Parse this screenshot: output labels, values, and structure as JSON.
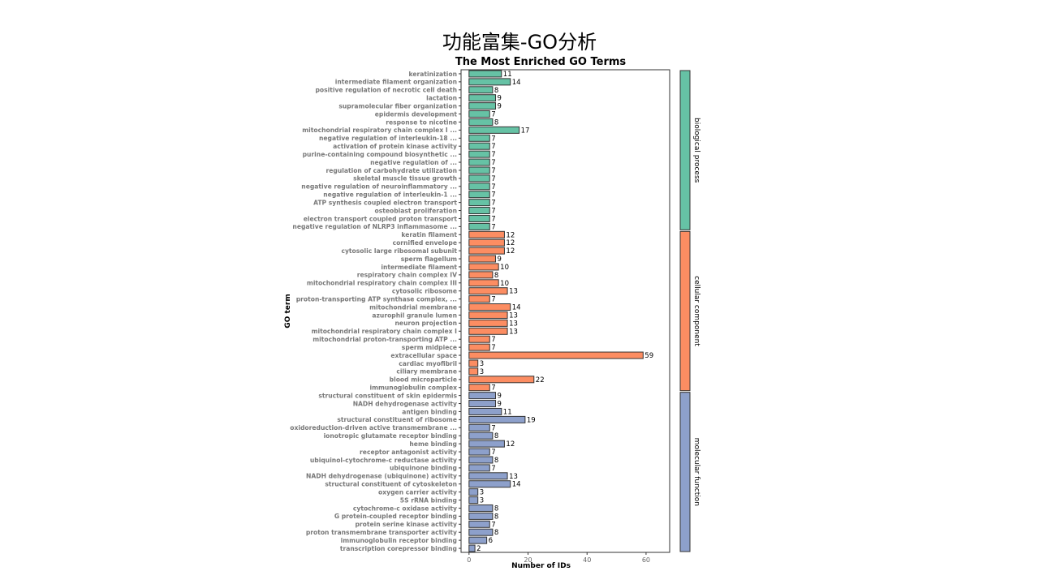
{
  "page_title": "功能富集-GO分析",
  "chart_data": {
    "type": "bar",
    "orientation": "horizontal",
    "title": "The Most Enriched GO Terms",
    "xlabel": "Number of IDs",
    "ylabel": "GO term",
    "xlim": [
      -2.7,
      68
    ],
    "xticks": [
      0,
      20,
      40,
      60
    ],
    "groups": [
      {
        "name": "biological process",
        "color": "#66C2A5",
        "categories": [
          "keratinization",
          "intermediate filament organization",
          "positive regulation of necrotic cell death",
          "lactation",
          "supramolecular fiber organization",
          "epidermis development",
          "response to nicotine",
          "mitochondrial respiratory chain complex I ...",
          "negative regulation of interleukin-18 ...",
          "activation of protein kinase activity",
          "purine-containing compound biosynthetic ...",
          "negative regulation of ...",
          "regulation of carbohydrate utilization",
          "skeletal muscle tissue growth",
          "negative regulation of neuroinflammatory ...",
          "negative regulation of interleukin-1 ...",
          "ATP synthesis coupled electron transport",
          "osteoblast proliferation",
          "electron transport coupled proton transport",
          "negative regulation of NLRP3 inflammasome ..."
        ],
        "values": [
          11,
          14,
          8,
          9,
          9,
          7,
          8,
          17,
          7,
          7,
          7,
          7,
          7,
          7,
          7,
          7,
          7,
          7,
          7,
          7
        ]
      },
      {
        "name": "cellular component",
        "color": "#FC8D62",
        "categories": [
          "keratin filament",
          "cornified envelope",
          "cytosolic large ribosomal subunit",
          "sperm flagellum",
          "intermediate filament",
          "respiratory chain complex IV",
          "mitochondrial respiratory chain complex III",
          "cytosolic ribosome",
          "proton-transporting ATP synthase complex, ...",
          "mitochondrial membrane",
          "azurophil granule lumen",
          "neuron projection",
          "mitochondrial respiratory chain complex I",
          "mitochondrial proton-transporting ATP ...",
          "sperm midpiece",
          "extracellular space",
          "cardiac myofibril",
          "ciliary membrane",
          "blood microparticle",
          "immunoglobulin complex"
        ],
        "values": [
          12,
          12,
          12,
          9,
          10,
          8,
          10,
          13,
          7,
          14,
          13,
          13,
          13,
          7,
          7,
          59,
          3,
          3,
          22,
          7
        ]
      },
      {
        "name": "molecular function",
        "color": "#8DA0CB",
        "categories": [
          "structural constituent of skin epidermis",
          "NADH dehydrogenase activity",
          "antigen binding",
          "structural constituent of ribosome",
          "oxidoreduction-driven active transmembrane ...",
          "ionotropic glutamate receptor binding",
          "heme binding",
          "receptor antagonist activity",
          "ubiquinol-cytochrome-c reductase activity",
          "ubiquinone binding",
          "NADH dehydrogenase (ubiquinone) activity",
          "structural constituent of cytoskeleton",
          "oxygen carrier activity",
          "5S rRNA binding",
          "cytochrome-c oxidase activity",
          "G protein-coupled receptor binding",
          "protein serine kinase activity",
          "proton transmembrane transporter activity",
          "immunoglobulin receptor binding",
          "transcription corepressor binding"
        ],
        "values": [
          9,
          9,
          11,
          19,
          7,
          8,
          12,
          7,
          8,
          7,
          13,
          14,
          3,
          3,
          8,
          8,
          7,
          8,
          6,
          2
        ]
      }
    ]
  }
}
